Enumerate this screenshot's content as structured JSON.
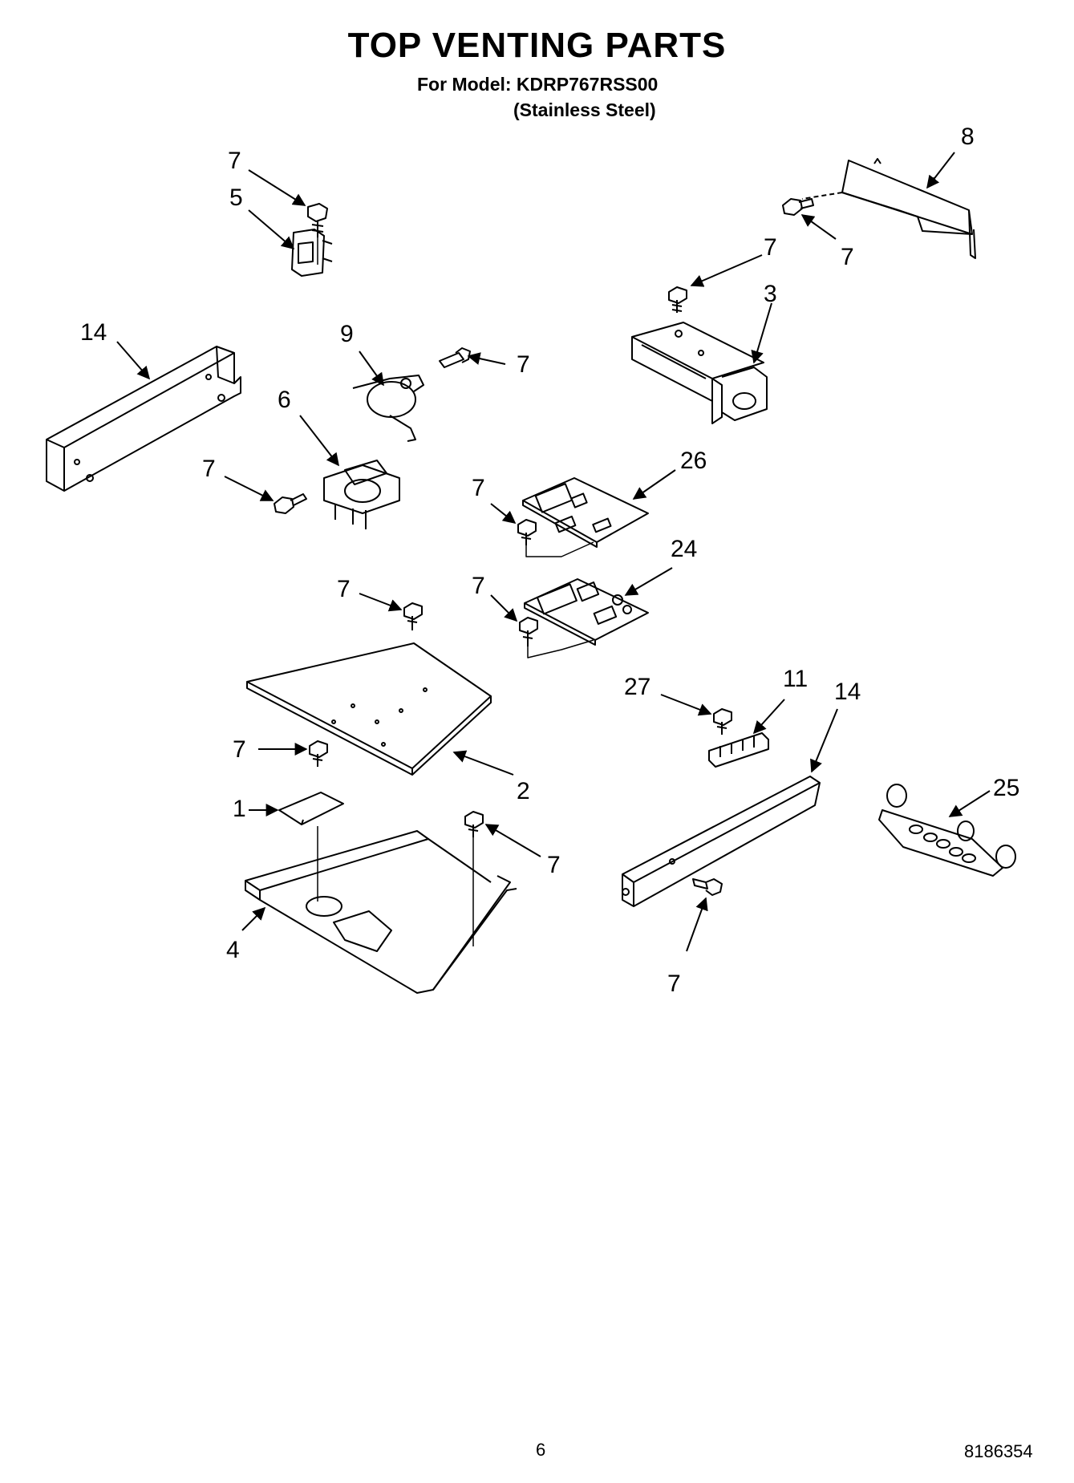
{
  "header": {
    "title": "TOP VENTING PARTS",
    "model_line": "For Model: KDRP767RSS00",
    "finish_line": "(Stainless Steel)"
  },
  "callouts": {
    "c7_a": "7",
    "c5": "5",
    "c8": "8",
    "c7_b": "7",
    "c7_c": "7",
    "c3": "3",
    "c14_a": "14",
    "c9": "9",
    "c7_d": "7",
    "c6": "6",
    "c26": "26",
    "c7_e": "7",
    "c7_f": "7",
    "c24": "24",
    "c7_g": "7",
    "c7_h": "7",
    "c27": "27",
    "c11": "11",
    "c14_b": "14",
    "c7_i": "7",
    "c2": "2",
    "c25": "25",
    "c1": "1",
    "c7_j": "7",
    "c4": "4",
    "c7_k": "7"
  },
  "footer": {
    "page_number": "6",
    "document_number": "8186354"
  }
}
